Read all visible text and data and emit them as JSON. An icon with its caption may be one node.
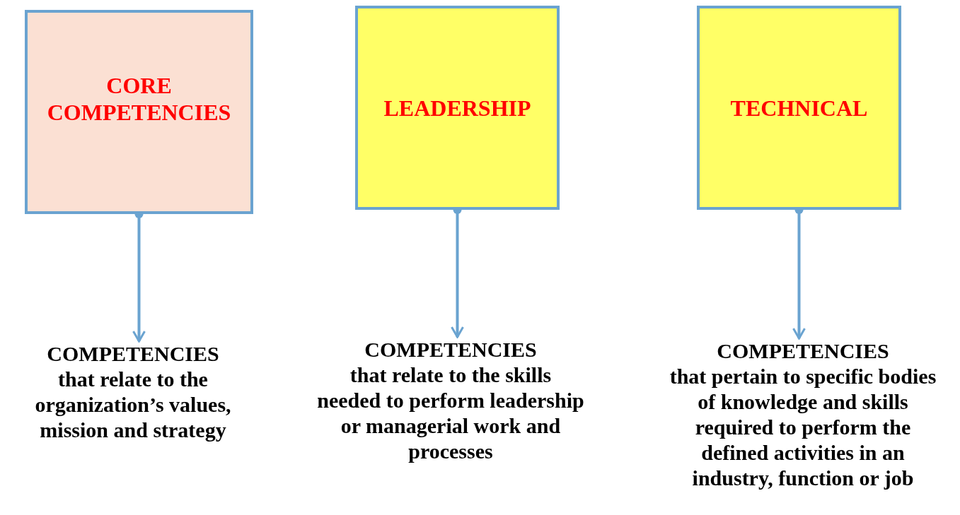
{
  "diagram": {
    "nodes": [
      {
        "text": [
          "CORE COMPETENCIES"
        ]
      },
      {
        "text": [
          "LEADERSHIP"
        ]
      },
      {
        "text": [
          "TECHNICAL"
        ]
      },
      {
        "text": [
          "COMPETENCIES",
          "that relate to the organization’s values, mission and strategy"
        ]
      },
      {
        "text": [
          "COMPETENCIES",
          "that relate to the skills needed to perform leadership or managerial work and processes"
        ]
      },
      {
        "text": [
          "COMPETENCIES",
          "that pertain to specific bodies of knowledge and skills required to perform the defined activities in an industry, function or job"
        ]
      }
    ],
    "edges": [
      {
        "from": 0,
        "to": 3,
        "arrow": "to"
      },
      {
        "from": 1,
        "to": 4,
        "arrow": "to"
      },
      {
        "from": 2,
        "to": 5,
        "arrow": "to"
      }
    ]
  }
}
